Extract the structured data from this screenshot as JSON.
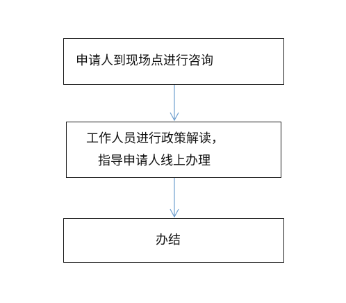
{
  "diagram": {
    "steps": [
      {
        "lines": [
          "申请人到现场点进行咨询"
        ]
      },
      {
        "lines": [
          "工作人员进行政策解读，",
          "指导申请人线上办理"
        ]
      },
      {
        "lines": [
          "办结"
        ]
      }
    ],
    "colors": {
      "box_border": "#1a1a1a",
      "arrow": "#6f9fcf",
      "text": "#111111",
      "background": "#ffffff"
    }
  }
}
